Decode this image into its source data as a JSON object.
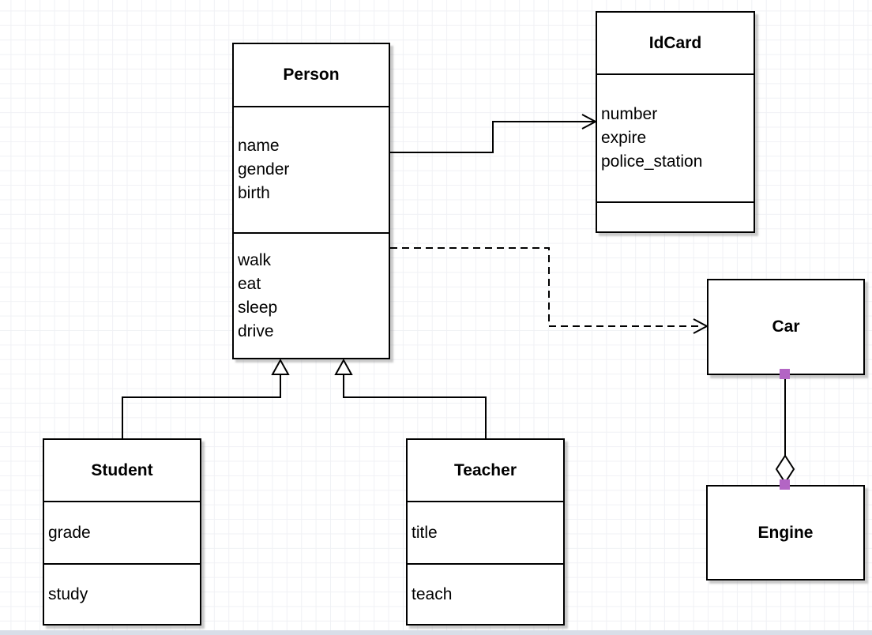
{
  "diagram": {
    "kind": "uml-class-diagram",
    "classes": [
      {
        "id": "person",
        "name": "Person",
        "attributes": [
          "name",
          "gender",
          "birth"
        ],
        "methods": [
          "walk",
          "eat",
          "sleep",
          "drive"
        ]
      },
      {
        "id": "idcard",
        "name": "IdCard",
        "attributes": [
          "number",
          "expire",
          "police_station"
        ],
        "methods": []
      },
      {
        "id": "car",
        "name": "Car",
        "attributes": [],
        "methods": []
      },
      {
        "id": "engine",
        "name": "Engine",
        "attributes": [],
        "methods": []
      },
      {
        "id": "student",
        "name": "Student",
        "attributes": [
          "grade"
        ],
        "methods": [
          "study"
        ]
      },
      {
        "id": "teacher",
        "name": "Teacher",
        "attributes": [
          "title"
        ],
        "methods": [
          "teach"
        ]
      }
    ],
    "relationships": [
      {
        "from": "Person",
        "to": "IdCard",
        "type": "association",
        "line": "solid",
        "arrow": "open-arrowhead"
      },
      {
        "from": "Person",
        "to": "Car",
        "type": "dependency",
        "line": "dashed",
        "arrow": "open-arrowhead"
      },
      {
        "from": "Student",
        "to": "Person",
        "type": "generalization",
        "line": "solid",
        "arrow": "hollow-triangle"
      },
      {
        "from": "Teacher",
        "to": "Person",
        "type": "generalization",
        "line": "solid",
        "arrow": "hollow-triangle"
      },
      {
        "from": "Car",
        "to": "Engine",
        "type": "aggregation",
        "line": "solid",
        "arrow": "hollow-diamond",
        "endpoint_handles": true
      }
    ]
  },
  "colors": {
    "line": "#000000",
    "box_fill": "#ffffff",
    "edge_handle": "#b365c4",
    "grid_line": "#f0f1f5",
    "bottom_edge": "#d8dee8"
  }
}
